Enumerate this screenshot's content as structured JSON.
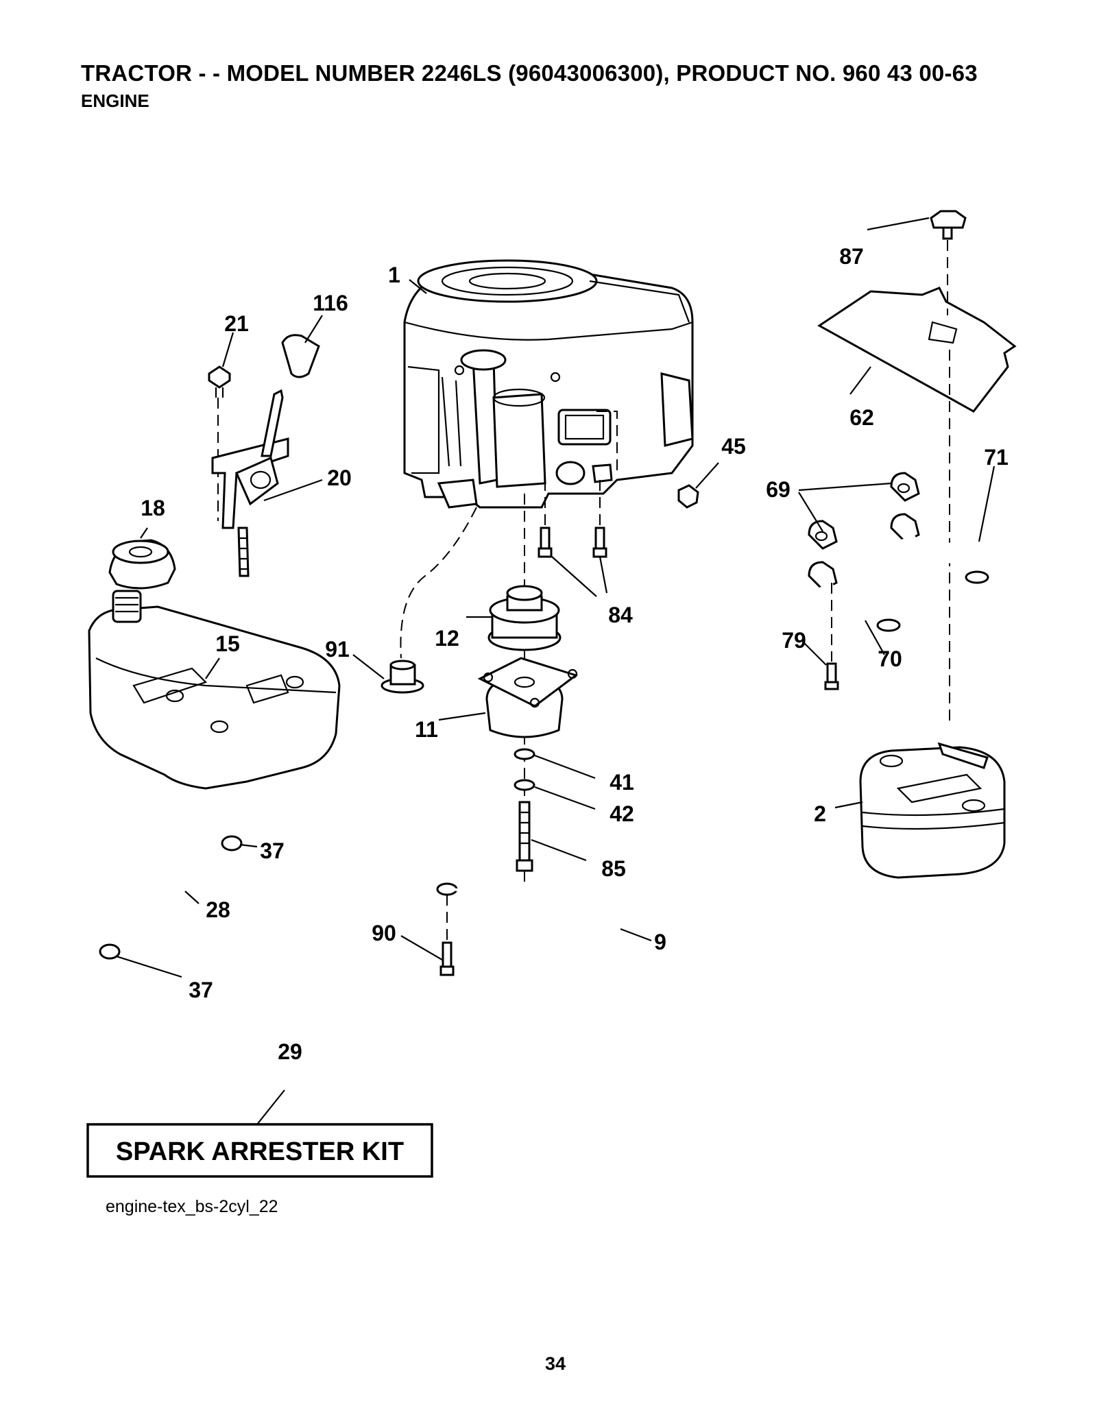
{
  "header": {
    "title": "TRACTOR - - MODEL NUMBER 2246LS (96043006300), PRODUCT NO. 960 43 00-63",
    "subtitle": "ENGINE"
  },
  "callouts": [
    "1",
    "116",
    "21",
    "20",
    "18",
    "15",
    "91",
    "12",
    "84",
    "45",
    "87",
    "62",
    "71",
    "69",
    "79",
    "70",
    "11",
    "41",
    "42",
    "2",
    "85",
    "37",
    "28",
    "37",
    "90",
    "9",
    "29"
  ],
  "kit_box": {
    "label": "SPARK ARRESTER KIT"
  },
  "diagram_ref": "engine-tex_bs-2cyl_22",
  "page_number": "34"
}
